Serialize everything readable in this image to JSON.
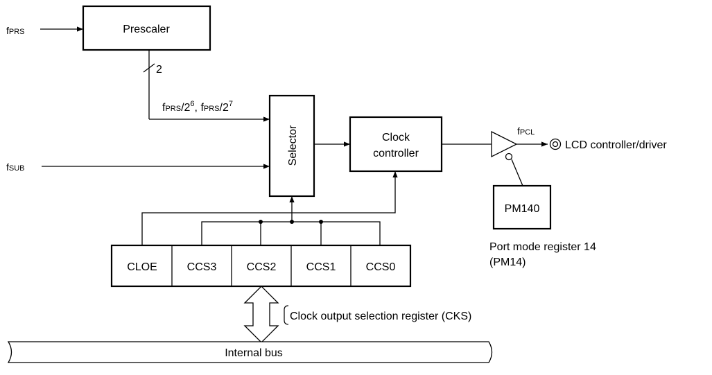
{
  "inputs": {
    "fprs": {
      "main": "f",
      "sub": "PRS"
    },
    "fsub": {
      "main": "f",
      "sub": "SUB"
    }
  },
  "prescaler": {
    "label": "Prescaler"
  },
  "bus_width": {
    "label": "2"
  },
  "prescaler_outputs": {
    "a_main": "f",
    "a_sub": "PRS",
    "a_div": "/2",
    "a_exp": "6",
    "sep": ", ",
    "b_main": "f",
    "b_sub": "PRS",
    "b_div": "/2",
    "b_exp": "7"
  },
  "selector": {
    "label": "Selector"
  },
  "clock_controller": {
    "line1": "Clock",
    "line2": "controller"
  },
  "output": {
    "signal_main": "f",
    "signal_sub": "PCL",
    "destination": "LCD  controller/driver"
  },
  "pm140": {
    "label": "PM140"
  },
  "port_mode_register": {
    "line1": "Port mode register 14",
    "line2": "(PM14)"
  },
  "cks_register": {
    "bits": [
      "CLOE",
      "CCS3",
      "CCS2",
      "CCS1",
      "CCS0"
    ],
    "label": "Clock output selection register (CKS)"
  },
  "internal_bus": {
    "label": "Internal bus"
  }
}
